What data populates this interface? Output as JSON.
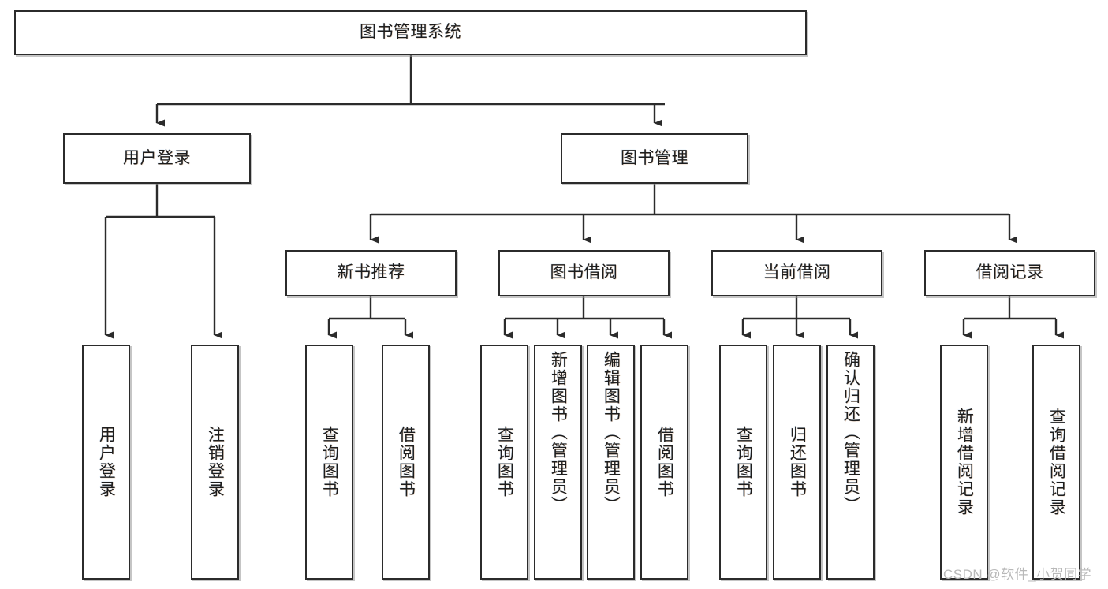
{
  "diagram": {
    "type": "tree",
    "title": "图书管理系统",
    "watermark": "CSDN @软件_小贺同学",
    "colors": {
      "stroke": "#2b2b2b",
      "fill": "#ffffff",
      "text": "#1d1d1d",
      "watermark": "#b9b9b9"
    },
    "levels": {
      "root": {
        "label": "图书管理系统"
      },
      "level2": [
        {
          "label": "用户登录"
        },
        {
          "label": "图书管理"
        }
      ],
      "level3": [
        {
          "label": "新书推荐"
        },
        {
          "label": "图书借阅"
        },
        {
          "label": "当前借阅"
        },
        {
          "label": "借阅记录"
        }
      ],
      "leaves": {
        "user_login": [
          {
            "label": "用户登录"
          },
          {
            "label": "注销登录"
          }
        ],
        "new_book": [
          {
            "label": "查询图书"
          },
          {
            "label": "借阅图书"
          }
        ],
        "book_borrow": [
          {
            "label": "查询图书"
          },
          {
            "label": "新增图书（管理员）"
          },
          {
            "label": "编辑图书（管理员）"
          },
          {
            "label": "借阅图书"
          }
        ],
        "current_borrow": [
          {
            "label": "查询图书"
          },
          {
            "label": "归还图书"
          },
          {
            "label": "确认归还（管理员）"
          }
        ],
        "borrow_record": [
          {
            "label": "新增借阅记录"
          },
          {
            "label": "查询借阅记录"
          }
        ]
      }
    }
  }
}
